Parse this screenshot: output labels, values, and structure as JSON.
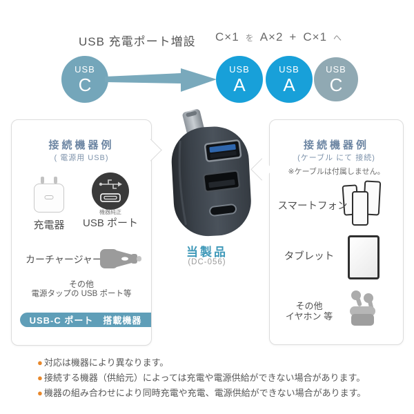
{
  "header": {
    "title": "USB 充電ポート増設",
    "from": "C×1",
    "particle1": "を",
    "to1": "A×2",
    "plus": "+",
    "to2": "C×1",
    "particle2": "へ"
  },
  "ports": {
    "source": {
      "top": "USB",
      "bottom": "C"
    },
    "targets": [
      {
        "top": "USB",
        "bottom": "A"
      },
      {
        "top": "USB",
        "bottom": "A"
      },
      {
        "top": "USB",
        "bottom": "C"
      }
    ]
  },
  "left_panel": {
    "heading": "接続機器例",
    "subheading": "( 電源用 USB)",
    "charger_label": "充電器",
    "usb_port_small_label": "機器純正",
    "usb_port_label": "USB ポート",
    "car_charger_label": "カーチャージャー",
    "other_line1": "その他",
    "other_line2": "電源タップの USB ポート等",
    "banner": "USB-C ポート　搭載機器"
  },
  "product": {
    "label": "当製品",
    "model": "(DC-056)"
  },
  "right_panel": {
    "heading": "接続機器例",
    "subheading": "(ケーブル にて 接続)",
    "note": "※ケーブルは付属しません。",
    "smartphone_label": "スマートフォン",
    "tablet_label": "タブレット",
    "other_line1": "その他",
    "other_line2": "イヤホン 等"
  },
  "footnotes": {
    "bullet": "●",
    "items": [
      "対応は機器により異なります。",
      "接続する機器（供給元）によっては充電や電源供給ができない場合があります。",
      "機器の組み合わせにより同時充電や充電、電源供給ができない場合があります。"
    ]
  },
  "colors": {
    "source_circle_teal": "#74a6ba",
    "target_circle_blue": "#18a0d9",
    "target_circle_gray_teal": "#90a9b3",
    "banner_teal": "#5f9eb8",
    "product_label_blue": "#3e98b8",
    "panel_heading_blue": "#6d86a3",
    "footnote_bullet_orange": "#e8872a"
  }
}
